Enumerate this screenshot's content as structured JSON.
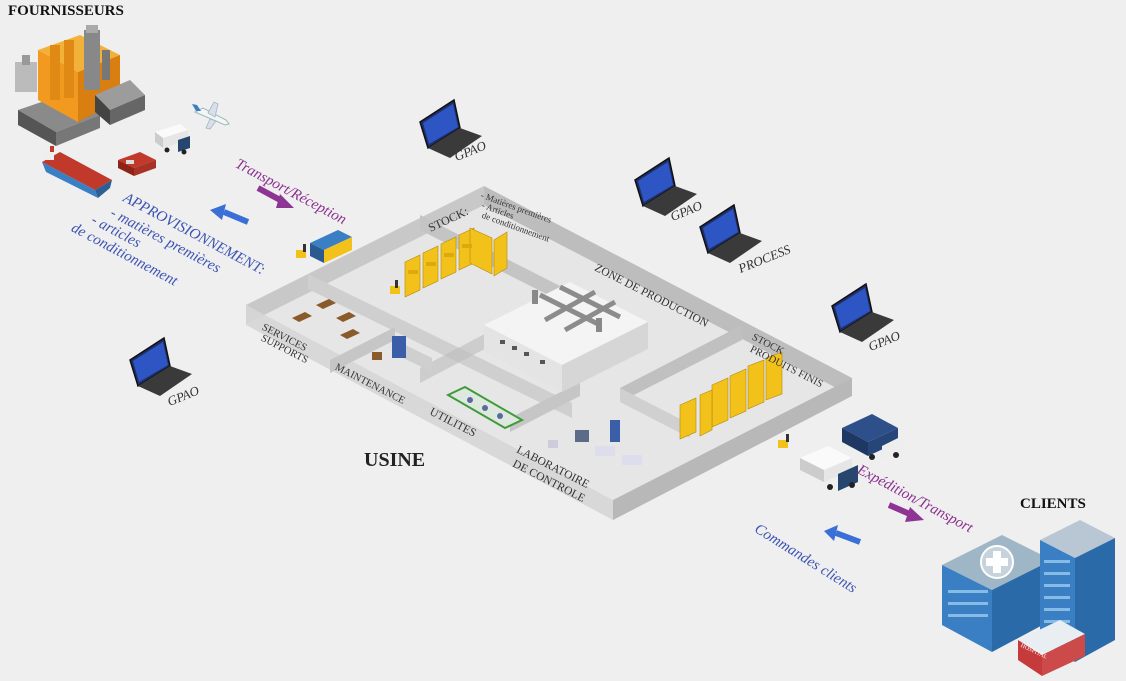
{
  "labels": {
    "fournisseurs": "FOURNISSEURS",
    "clients": "CLIENTS",
    "usine": "USINE",
    "transport_reception": "Transport/Réception",
    "approvisionnement": "APPROVISIONNEMENT:",
    "matieres_premieres": "- matières premières",
    "articles": "- articles",
    "de_conditionnement": "de conditionnement",
    "expedition_transport": "Expédition/Transport",
    "commandes_clients": "Commandes clients",
    "hospital": "HOSPITAL"
  },
  "laptops": [
    {
      "label": "GPAO"
    },
    {
      "label": "GPAO"
    },
    {
      "label": "PROCESS"
    },
    {
      "label": "GPAO"
    },
    {
      "label": "GPAO"
    }
  ],
  "zones": {
    "stock": "STOCK:",
    "stock_items": [
      "- Matières premières",
      "- Articles",
      "de conditionnement"
    ],
    "zone_production": "ZONE DE PRODUCTION",
    "services_supports_1": "SERVICES",
    "services_supports_2": "SUPPORTS",
    "maintenance": "MAINTENANCE",
    "utilites": "UTILITES",
    "laboratoire_1": "LABORATOIRE",
    "laboratoire_2": "DE CONTROLE",
    "stock_pf_1": "STOCK",
    "stock_pf_2": "PRODUITS FINIS"
  },
  "colors": {
    "arrow_purple": "#8e3593",
    "arrow_blue": "#3a6fd8",
    "wall": "#d3d3d3",
    "wall_dark": "#b3b3b3",
    "floor": "#e6e6e6",
    "shelf_yellow": "#f2c21b",
    "factory_orange": "#f29a1f",
    "building_blue": "#3a7fc4"
  }
}
